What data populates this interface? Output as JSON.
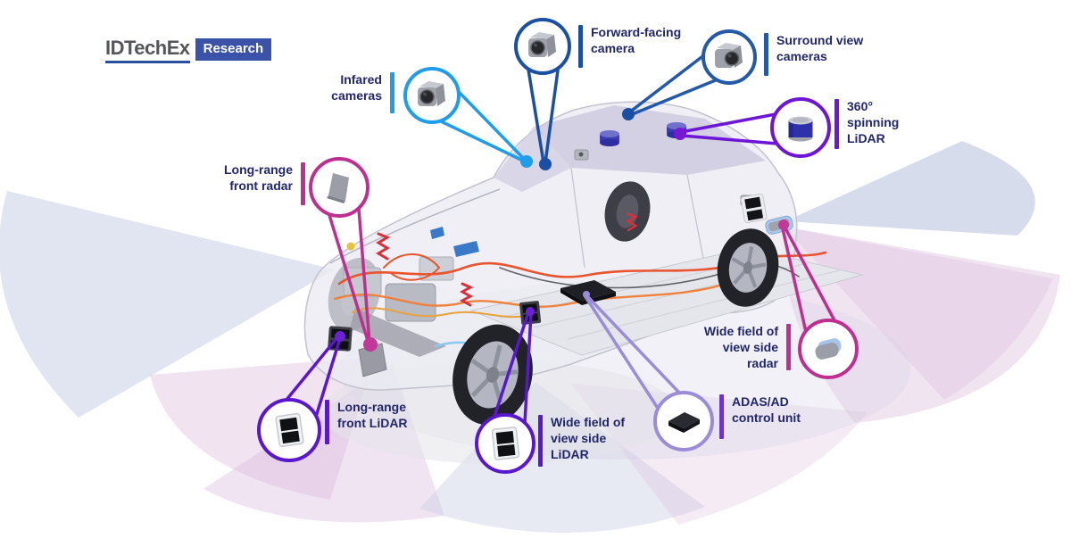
{
  "logo": {
    "brand": "IDTechEx",
    "badge": "Research"
  },
  "colors": {
    "infrared_blue": "#1F9CEA",
    "forward_navy": "#1A4FA3",
    "surround_blue": "#2458A8",
    "spinning_lidar_violet": "#6D16D6",
    "radar_magenta": "#BE3090",
    "lidar_purple": "#5A18CC",
    "adas_lavender": "#9B8CD9",
    "label_text_navy": "#22266A"
  },
  "sensors": {
    "infrared": {
      "label": "Infared\ncameras",
      "color": "#1F9CEA",
      "icon": "camera"
    },
    "forward": {
      "label": "Forward-facing\ncamera",
      "color": "#1A4FA3",
      "icon": "camera"
    },
    "surround": {
      "label": "Surround view\ncameras",
      "color": "#2458A8",
      "icon": "camera"
    },
    "lidar360": {
      "label": "360°\nspinning\nLiDAR",
      "color": "#6D16D6",
      "icon": "spinning-lidar"
    },
    "frontRadar": {
      "label": "Long-range\nfront radar",
      "color": "#BE3090",
      "icon": "radar-plate"
    },
    "frontLidar": {
      "label": "Long-range\nfront LiDAR",
      "color": "#5A18CC",
      "icon": "lidar-unit"
    },
    "sideLidar": {
      "label": "Wide field of\nview side\nLiDAR",
      "color": "#5A18CC",
      "icon": "lidar-unit"
    },
    "adas": {
      "label": "ADAS/AD\ncontrol unit",
      "color": "#9B8CD9",
      "icon": "control-unit"
    },
    "sideRadar": {
      "label": "Wide field of\nview side\nradar",
      "color": "#BE3090",
      "icon": "side-radar"
    }
  }
}
